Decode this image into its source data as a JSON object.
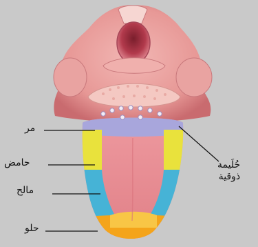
{
  "labels": {
    "bitter": "مر",
    "sour": "حامض",
    "salty": "مالح",
    "sweet": "حلو",
    "papilla_line1": "حُلَيمة",
    "papilla_line2": "ذوقية"
  },
  "colors": {
    "background": "#c9c9c9",
    "tongue": "#e58a8e",
    "bitter_zone": "#a8a6dc",
    "sour_zone": "#e9e23c",
    "salty_zone": "#46b3d6",
    "sweet_zone": "#f4a41a"
  }
}
